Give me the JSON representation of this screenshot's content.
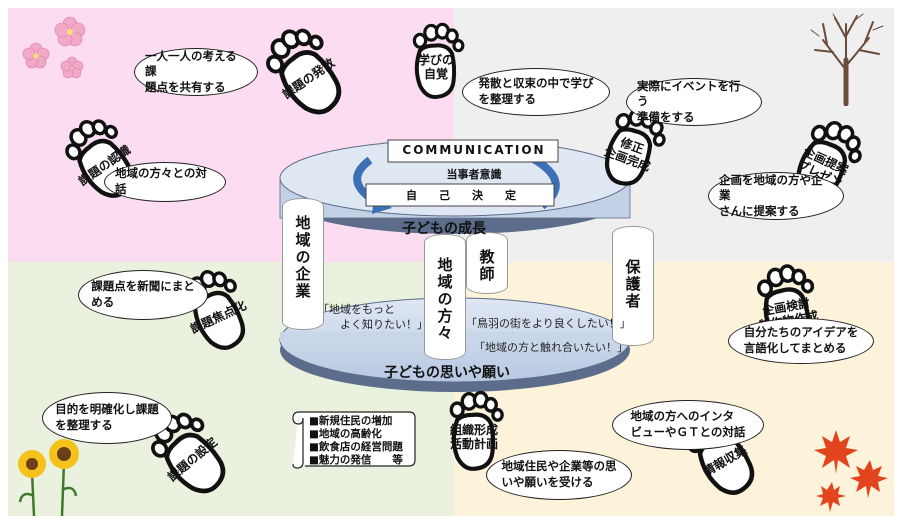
{
  "colors": {
    "top_left": "#fbdcf0",
    "top_right": "#eeeeee",
    "bottom_left": "#e8f1dc",
    "bottom_right": "#fdf1d8",
    "platform": "#c7d4e9",
    "platform_edge": "#5b6d8a",
    "arrow": "#3b6fb6"
  },
  "platform": {
    "communication": "COMMUNICATION",
    "stakeholder": "当事者意識",
    "self_decision": "自　　己　　決　　定",
    "upper_banner": "子どもの成長",
    "lower_banner": "子どもの思いや願い"
  },
  "pillars": {
    "companies": "地域の企業",
    "locals": "地域の方々",
    "teachers": "教師",
    "guardians": "保護者"
  },
  "quotes": {
    "know_more": "「地域をもっと\n　　よく知りたい！」",
    "toba": "「鳥羽の街をより良くしたい！」",
    "interact": "「地域の方と触れ合いたい！」"
  },
  "steps": [
    {
      "label": "課題の認識",
      "note": "地域の方々との対話"
    },
    {
      "label": "課題の発散",
      "note": "一人一人の考える課\n題点を共有する"
    },
    {
      "label": "学びの\n自覚",
      "note": "発散と収束の中で学び\nを整理する"
    },
    {
      "label": "修正\n企画完成",
      "note": "実際にイベントを行う\n準備をする"
    },
    {
      "label": "企画提案\nプレゼン",
      "note": "企画を地域の方や企業\nさんに提案する"
    },
    {
      "label": "企画検討\n制作物作成",
      "note": "自分たちのアイデアを\n言語化してまとめる"
    },
    {
      "label": "情報収集",
      "note": "地域の方へのインタ\nビューやＧＴとの対話"
    },
    {
      "label": "組織形成\n活動計画",
      "note": "地域住民や企業等の思\nいや願いを受ける"
    },
    {
      "label": "課題の設定",
      "note": "目的を明確化し課題\nを整理する"
    },
    {
      "label": "課題焦点化",
      "note": "課題点を新聞にまと\nめる"
    }
  ],
  "scroll_items": [
    "■新規住民の増加",
    "■地域の高齢化",
    "■飲食店の経営問題",
    "■魅力の発信　　等"
  ],
  "icons": {
    "sakura": "cherry-blossom-icon",
    "tree": "bare-tree-icon",
    "sunflower": "sunflower-icon",
    "maple": "maple-leaf-icon",
    "foot": "footprint-icon"
  }
}
